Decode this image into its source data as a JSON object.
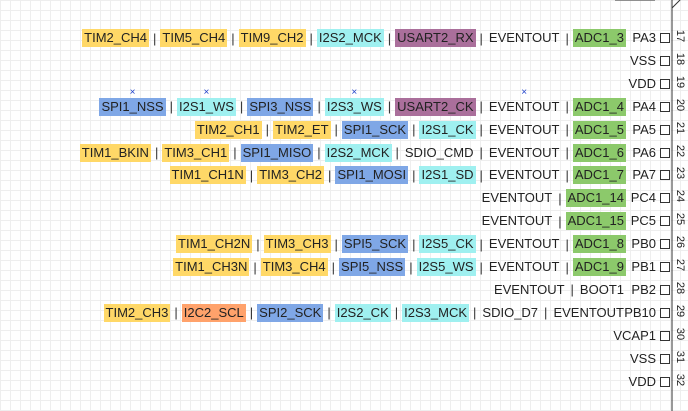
{
  "colors": {
    "timer": "#ffd867",
    "i2s": "#9ff0f0",
    "spi": "#7fa7e6",
    "usart": "#aa6f9b",
    "adc": "#8cc96b",
    "i2c": "#ffa26b"
  },
  "rows": [
    {
      "pin": "PA3",
      "num": "17",
      "labels": [
        {
          "t": "TIM2_CH4",
          "c": "tim"
        },
        {
          "t": "TIM5_CH4",
          "c": "tim"
        },
        {
          "t": "TIM9_CH2",
          "c": "tim"
        },
        {
          "t": "I2S2_MCK",
          "c": "i2s"
        },
        {
          "t": "USART2_RX",
          "c": "usart"
        },
        {
          "t": "EVENTOUT",
          "c": "plain"
        },
        {
          "t": "ADC1_3",
          "c": "adc"
        }
      ]
    },
    {
      "pin": "VSS",
      "num": "18",
      "labels": []
    },
    {
      "pin": "VDD",
      "num": "19",
      "labels": []
    },
    {
      "pin": "PA4",
      "num": "20",
      "labels": [
        {
          "t": "SPI1_NSS",
          "c": "spi",
          "x": true
        },
        {
          "t": "I2S1_WS",
          "c": "i2s",
          "x": true
        },
        {
          "t": "SPI3_NSS",
          "c": "spi"
        },
        {
          "t": "I2S3_WS",
          "c": "i2s",
          "x": true
        },
        {
          "t": "USART2_CK",
          "c": "usart"
        },
        {
          "t": "EVENTOUT",
          "c": "plain",
          "x": true
        },
        {
          "t": "ADC1_4",
          "c": "adc"
        }
      ]
    },
    {
      "pin": "PA5",
      "num": "21",
      "labels": [
        {
          "t": "TIM2_CH1",
          "c": "tim"
        },
        {
          "t": "TIM2_ET",
          "c": "tim"
        },
        {
          "t": "SPI1_SCK",
          "c": "spi"
        },
        {
          "t": "I2S1_CK",
          "c": "i2s"
        },
        {
          "t": "EVENTOUT",
          "c": "plain"
        },
        {
          "t": "ADC1_5",
          "c": "adc"
        }
      ]
    },
    {
      "pin": "PA6",
      "num": "22",
      "labels": [
        {
          "t": "TIM1_BKIN",
          "c": "tim"
        },
        {
          "t": "TIM3_CH1",
          "c": "tim"
        },
        {
          "t": "SPI1_MISO",
          "c": "spi"
        },
        {
          "t": "I2S2_MCK",
          "c": "i2s"
        },
        {
          "t": "SDIO_CMD",
          "c": "plain"
        },
        {
          "t": "EVENTOUT",
          "c": "plain"
        },
        {
          "t": "ADC1_6",
          "c": "adc"
        }
      ]
    },
    {
      "pin": "PA7",
      "num": "23",
      "labels": [
        {
          "t": "TIM1_CH1N",
          "c": "tim"
        },
        {
          "t": "TIM3_CH2",
          "c": "tim"
        },
        {
          "t": "SPI1_MOSI",
          "c": "spi"
        },
        {
          "t": "I2S1_SD",
          "c": "i2s"
        },
        {
          "t": "EVENTOUT",
          "c": "plain"
        },
        {
          "t": "ADC1_7",
          "c": "adc"
        }
      ]
    },
    {
      "pin": "PC4",
      "num": "24",
      "labels": [
        {
          "t": "EVENTOUT",
          "c": "plain"
        },
        {
          "t": "ADC1_14",
          "c": "adc"
        }
      ]
    },
    {
      "pin": "PC5",
      "num": "25",
      "labels": [
        {
          "t": "EVENTOUT",
          "c": "plain"
        },
        {
          "t": "ADC1_15",
          "c": "adc"
        }
      ]
    },
    {
      "pin": "PB0",
      "num": "26",
      "labels": [
        {
          "t": "TIM1_CH2N",
          "c": "tim"
        },
        {
          "t": "TIM3_CH3",
          "c": "tim"
        },
        {
          "t": "SPI5_SCK",
          "c": "spi"
        },
        {
          "t": "I2S5_CK",
          "c": "i2s"
        },
        {
          "t": "EVENTOUT",
          "c": "plain"
        },
        {
          "t": "ADC1_8",
          "c": "adc"
        }
      ]
    },
    {
      "pin": "PB1",
      "num": "27",
      "labels": [
        {
          "t": "TIM1_CH3N",
          "c": "tim"
        },
        {
          "t": "TIM3_CH4",
          "c": "tim"
        },
        {
          "t": "SPI5_NSS",
          "c": "spi"
        },
        {
          "t": "I2S5_WS",
          "c": "i2s"
        },
        {
          "t": "EVENTOUT",
          "c": "plain"
        },
        {
          "t": "ADC1_9",
          "c": "adc"
        }
      ]
    },
    {
      "pin": "PB2",
      "num": "28",
      "labels": [
        {
          "t": "EVENTOUT",
          "c": "plain"
        },
        {
          "t": "BOOT1",
          "c": "plain"
        }
      ]
    },
    {
      "pin": "PB10",
      "num": "29",
      "labels": [
        {
          "t": "TIM2_CH3",
          "c": "tim"
        },
        {
          "t": "I2C2_SCL",
          "c": "i2c"
        },
        {
          "t": "SPI2_SCK",
          "c": "spi"
        },
        {
          "t": "I2S2_CK",
          "c": "i2s"
        },
        {
          "t": "I2S3_MCK",
          "c": "i2s"
        },
        {
          "t": "SDIO_D7",
          "c": "plain"
        },
        {
          "t": "EVENTOUT",
          "c": "plain"
        }
      ]
    },
    {
      "pin": "VCAP1",
      "num": "30",
      "labels": []
    },
    {
      "pin": "VSS",
      "num": "31",
      "labels": []
    },
    {
      "pin": "VDD",
      "num": "32",
      "labels": []
    }
  ]
}
